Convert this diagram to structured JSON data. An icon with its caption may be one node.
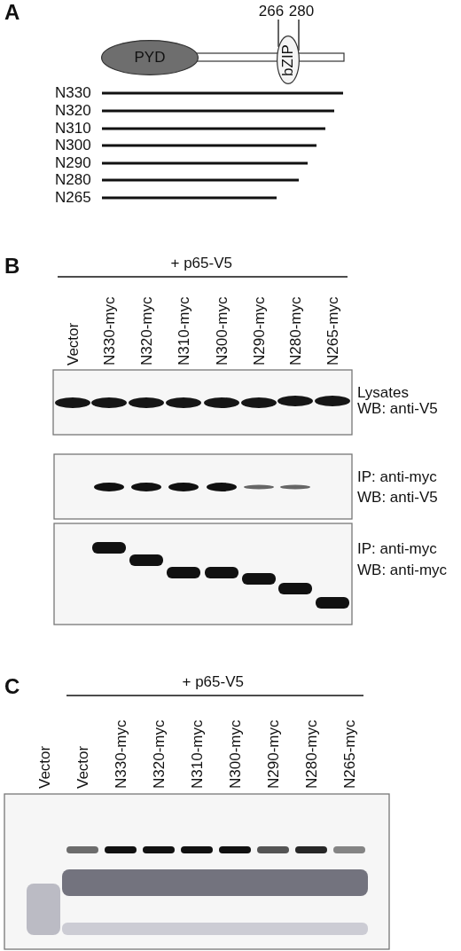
{
  "diagram": {
    "nodes": [
      {
        "text": [
          "PYD"
        ]
      },
      {
        "text": [
          "bZIP"
        ]
      },
      {
        "text": [
          "266"
        ]
      },
      {
        "text": [
          "280"
        ]
      }
    ],
    "edges": [
      {
        "from": 2,
        "to": 1,
        "arrow": "none"
      },
      {
        "from": 3,
        "to": 1,
        "arrow": "none"
      }
    ],
    "labels": [
      "A",
      "N330",
      "N320",
      "N310",
      "N300",
      "N290",
      "N280",
      "N265",
      "B",
      "+ p65-V5",
      "Vector",
      "N330-myc",
      "N320-myc",
      "N310-myc",
      "N300-myc",
      "N290-myc",
      "N280-myc",
      "N265-myc",
      "Lysates",
      "WB: anti-V5",
      "IP: anti-myc",
      "WB: anti-V5",
      "IP: anti-myc",
      "WB: anti-myc",
      "C",
      "+ p65-V5",
      "Vector",
      "Vector",
      "N330-myc",
      "N320-myc",
      "N310-myc",
      "N300-myc",
      "N290-myc",
      "N280-myc",
      "N265-myc"
    ]
  }
}
